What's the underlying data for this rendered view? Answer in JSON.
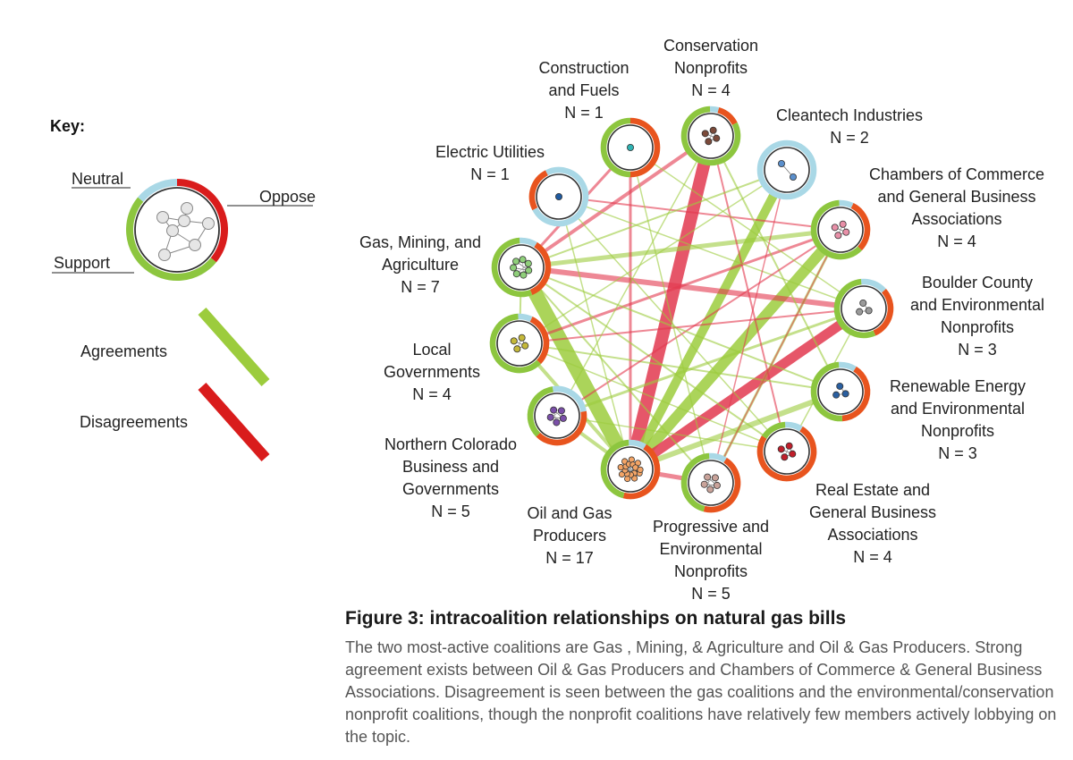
{
  "key": {
    "title": "Key:",
    "neutral_label": "Neutral",
    "oppose_label": "Oppose",
    "support_label": "Support",
    "agreements_label": "Agreements",
    "disagreements_label": "Disagreements"
  },
  "colors": {
    "support": "#8dc63f",
    "oppose": "#e8541e",
    "neutral": "#a9d8e6",
    "agreement": "#9ccc3d",
    "disagreement": "#e2384f"
  },
  "coalitions": [
    {
      "id": "conservation",
      "lines": [
        "Conservation",
        "Nonprofits",
        "N = 4"
      ],
      "support": 0.82,
      "neutral": 0.05,
      "oppose": 0.13,
      "member_color": "#7b4a3a",
      "members": 4
    },
    {
      "id": "cleantech",
      "lines": [
        "Cleantech Industries",
        "N = 2"
      ],
      "support": 0.0,
      "neutral": 1.0,
      "oppose": 0.0,
      "member_color": "#5a8fcc",
      "members": 2
    },
    {
      "id": "chambers",
      "lines": [
        "Chambers of Commerce",
        "and General Business",
        "Associations",
        "N = 4"
      ],
      "support": 0.62,
      "neutral": 0.08,
      "oppose": 0.3,
      "member_color": "#e890a8",
      "members": 4
    },
    {
      "id": "boulder",
      "lines": [
        "Boulder County",
        "and Environmental",
        "Nonprofits",
        "N = 3"
      ],
      "support": 0.55,
      "neutral": 0.15,
      "oppose": 0.3,
      "member_color": "#9a9a9a",
      "members": 3
    },
    {
      "id": "renewable",
      "lines": [
        "Renewable Energy",
        "and Environmental",
        "Nonprofits",
        "N = 3"
      ],
      "support": 0.5,
      "neutral": 0.1,
      "oppose": 0.4,
      "member_color": "#2a5fa0",
      "members": 3
    },
    {
      "id": "realestate",
      "lines": [
        "Real Estate and",
        "General Business",
        "Associations",
        "N = 4"
      ],
      "support": 0.15,
      "neutral": 0.1,
      "oppose": 0.75,
      "member_color": "#c01f2b",
      "members": 4
    },
    {
      "id": "progressive",
      "lines": [
        "Progressive and",
        "Environmental",
        "Nonprofits",
        "N = 5"
      ],
      "support": 0.45,
      "neutral": 0.1,
      "oppose": 0.45,
      "member_color": "#c9a39a",
      "members": 5
    },
    {
      "id": "oilgas",
      "lines": [
        "Oil and Gas",
        "Producers",
        "N = 17"
      ],
      "support": 0.45,
      "neutral": 0.1,
      "oppose": 0.45,
      "member_color": "#f2a466",
      "members": 17
    },
    {
      "id": "northern",
      "lines": [
        "Northern Colorado",
        "Business and",
        "Governments",
        "N = 5"
      ],
      "support": 0.35,
      "neutral": 0.25,
      "oppose": 0.4,
      "member_color": "#7a4fa8",
      "members": 5
    },
    {
      "id": "local",
      "lines": [
        "Local",
        "Governments",
        "N = 4"
      ],
      "support": 0.62,
      "neutral": 0.08,
      "oppose": 0.3,
      "member_color": "#c4b83a",
      "members": 4
    },
    {
      "id": "gasmining",
      "lines": [
        "Gas, Mining, and",
        "Agriculture",
        "N = 7"
      ],
      "support": 0.55,
      "neutral": 0.1,
      "oppose": 0.35,
      "member_color": "#8fcf7a",
      "members": 7
    },
    {
      "id": "electric",
      "lines": [
        "Electric Utilities",
        "N = 1"
      ],
      "support": 0.0,
      "neutral": 0.75,
      "oppose": 0.25,
      "member_color": "#1f5aa0",
      "members": 1
    },
    {
      "id": "construction",
      "lines": [
        "Construction",
        "and Fuels",
        "N = 1"
      ],
      "support": 0.5,
      "neutral": 0.0,
      "oppose": 0.5,
      "member_color": "#2fb3b3",
      "members": 1
    }
  ],
  "edges": [
    {
      "a": "conservation",
      "b": "oilgas",
      "type": "disagreement",
      "weight": 14
    },
    {
      "a": "cleantech",
      "b": "oilgas",
      "type": "agreement",
      "weight": 10
    },
    {
      "a": "chambers",
      "b": "oilgas",
      "type": "agreement",
      "weight": 12
    },
    {
      "a": "boulder",
      "b": "oilgas",
      "type": "disagreement",
      "weight": 11
    },
    {
      "a": "boulder",
      "b": "gasmining",
      "type": "disagreement",
      "weight": 6
    },
    {
      "a": "renewable",
      "b": "oilgas",
      "type": "agreement",
      "weight": 6
    },
    {
      "a": "gasmining",
      "b": "oilgas",
      "type": "agreement",
      "weight": 16
    },
    {
      "a": "gasmining",
      "b": "chambers",
      "type": "agreement",
      "weight": 5
    },
    {
      "a": "gasmining",
      "b": "conservation",
      "type": "disagreement",
      "weight": 4
    },
    {
      "a": "construction",
      "b": "oilgas",
      "type": "disagreement",
      "weight": 3
    },
    {
      "a": "construction",
      "b": "gasmining",
      "type": "disagreement",
      "weight": 3
    },
    {
      "a": "local",
      "b": "oilgas",
      "type": "agreement",
      "weight": 4
    },
    {
      "a": "local",
      "b": "chambers",
      "type": "disagreement",
      "weight": 3
    },
    {
      "a": "northern",
      "b": "oilgas",
      "type": "agreement",
      "weight": 4
    },
    {
      "a": "northern",
      "b": "boulder",
      "type": "agreement",
      "weight": 3
    },
    {
      "a": "progressive",
      "b": "oilgas",
      "type": "disagreement",
      "weight": 5
    },
    {
      "a": "progressive",
      "b": "chambers",
      "type": "agreement",
      "weight": 3
    },
    {
      "a": "realestate",
      "b": "gasmining",
      "type": "agreement",
      "weight": 2
    },
    {
      "a": "realestate",
      "b": "conservation",
      "type": "disagreement",
      "weight": 2
    },
    {
      "a": "electric",
      "b": "chambers",
      "type": "disagreement",
      "weight": 2
    },
    {
      "a": "electric",
      "b": "boulder",
      "type": "agreement",
      "weight": 1.5
    },
    {
      "a": "cleantech",
      "b": "gasmining",
      "type": "agreement",
      "weight": 2
    },
    {
      "a": "conservation",
      "b": "renewable",
      "type": "agreement",
      "weight": 2
    },
    {
      "a": "local",
      "b": "renewable",
      "type": "agreement",
      "weight": 2
    },
    {
      "a": "northern",
      "b": "chambers",
      "type": "disagreement",
      "weight": 2
    },
    {
      "a": "gasmining",
      "b": "renewable",
      "type": "agreement",
      "weight": 2
    },
    {
      "a": "local",
      "b": "boulder",
      "type": "disagreement",
      "weight": 2
    },
    {
      "a": "electric",
      "b": "realestate",
      "type": "agreement",
      "weight": 1.5
    },
    {
      "a": "construction",
      "b": "progressive",
      "type": "agreement",
      "weight": 1.5
    },
    {
      "a": "cleantech",
      "b": "progressive",
      "type": "disagreement",
      "weight": 1.5
    },
    {
      "a": "northern",
      "b": "realestate",
      "type": "agreement",
      "weight": 1.5
    },
    {
      "a": "gasmining",
      "b": "progressive",
      "type": "agreement",
      "weight": 2
    },
    {
      "a": "local",
      "b": "realestate",
      "type": "agreement",
      "weight": 1.5
    },
    {
      "a": "electric",
      "b": "oilgas",
      "type": "agreement",
      "weight": 1.5
    },
    {
      "a": "conservation",
      "b": "northern",
      "type": "agreement",
      "weight": 1.5
    },
    {
      "a": "cleantech",
      "b": "local",
      "type": "agreement",
      "weight": 1.5
    },
    {
      "a": "chambers",
      "b": "progressive",
      "type": "disagreement",
      "weight": 1.5
    },
    {
      "a": "boulder",
      "b": "realestate",
      "type": "agreement",
      "weight": 1.5
    },
    {
      "a": "gasmining",
      "b": "local",
      "type": "agreement",
      "weight": 2
    },
    {
      "a": "construction",
      "b": "boulder",
      "type": "agreement",
      "weight": 1.5
    }
  ],
  "caption": {
    "title": "Figure 3: intracoalition relationships on natural gas bills",
    "body": "The two most-active coalitions are Gas , Mining, & Agriculture and Oil & Gas Producers. Strong agreement exists between Oil & Gas Producers and Chambers of Commerce & General Business Associations. Disagreement is seen between the gas coalitions and the environmental/conservation nonprofit coalitions, though the nonprofit coalitions have relatively few members actively lobbying on the topic."
  }
}
